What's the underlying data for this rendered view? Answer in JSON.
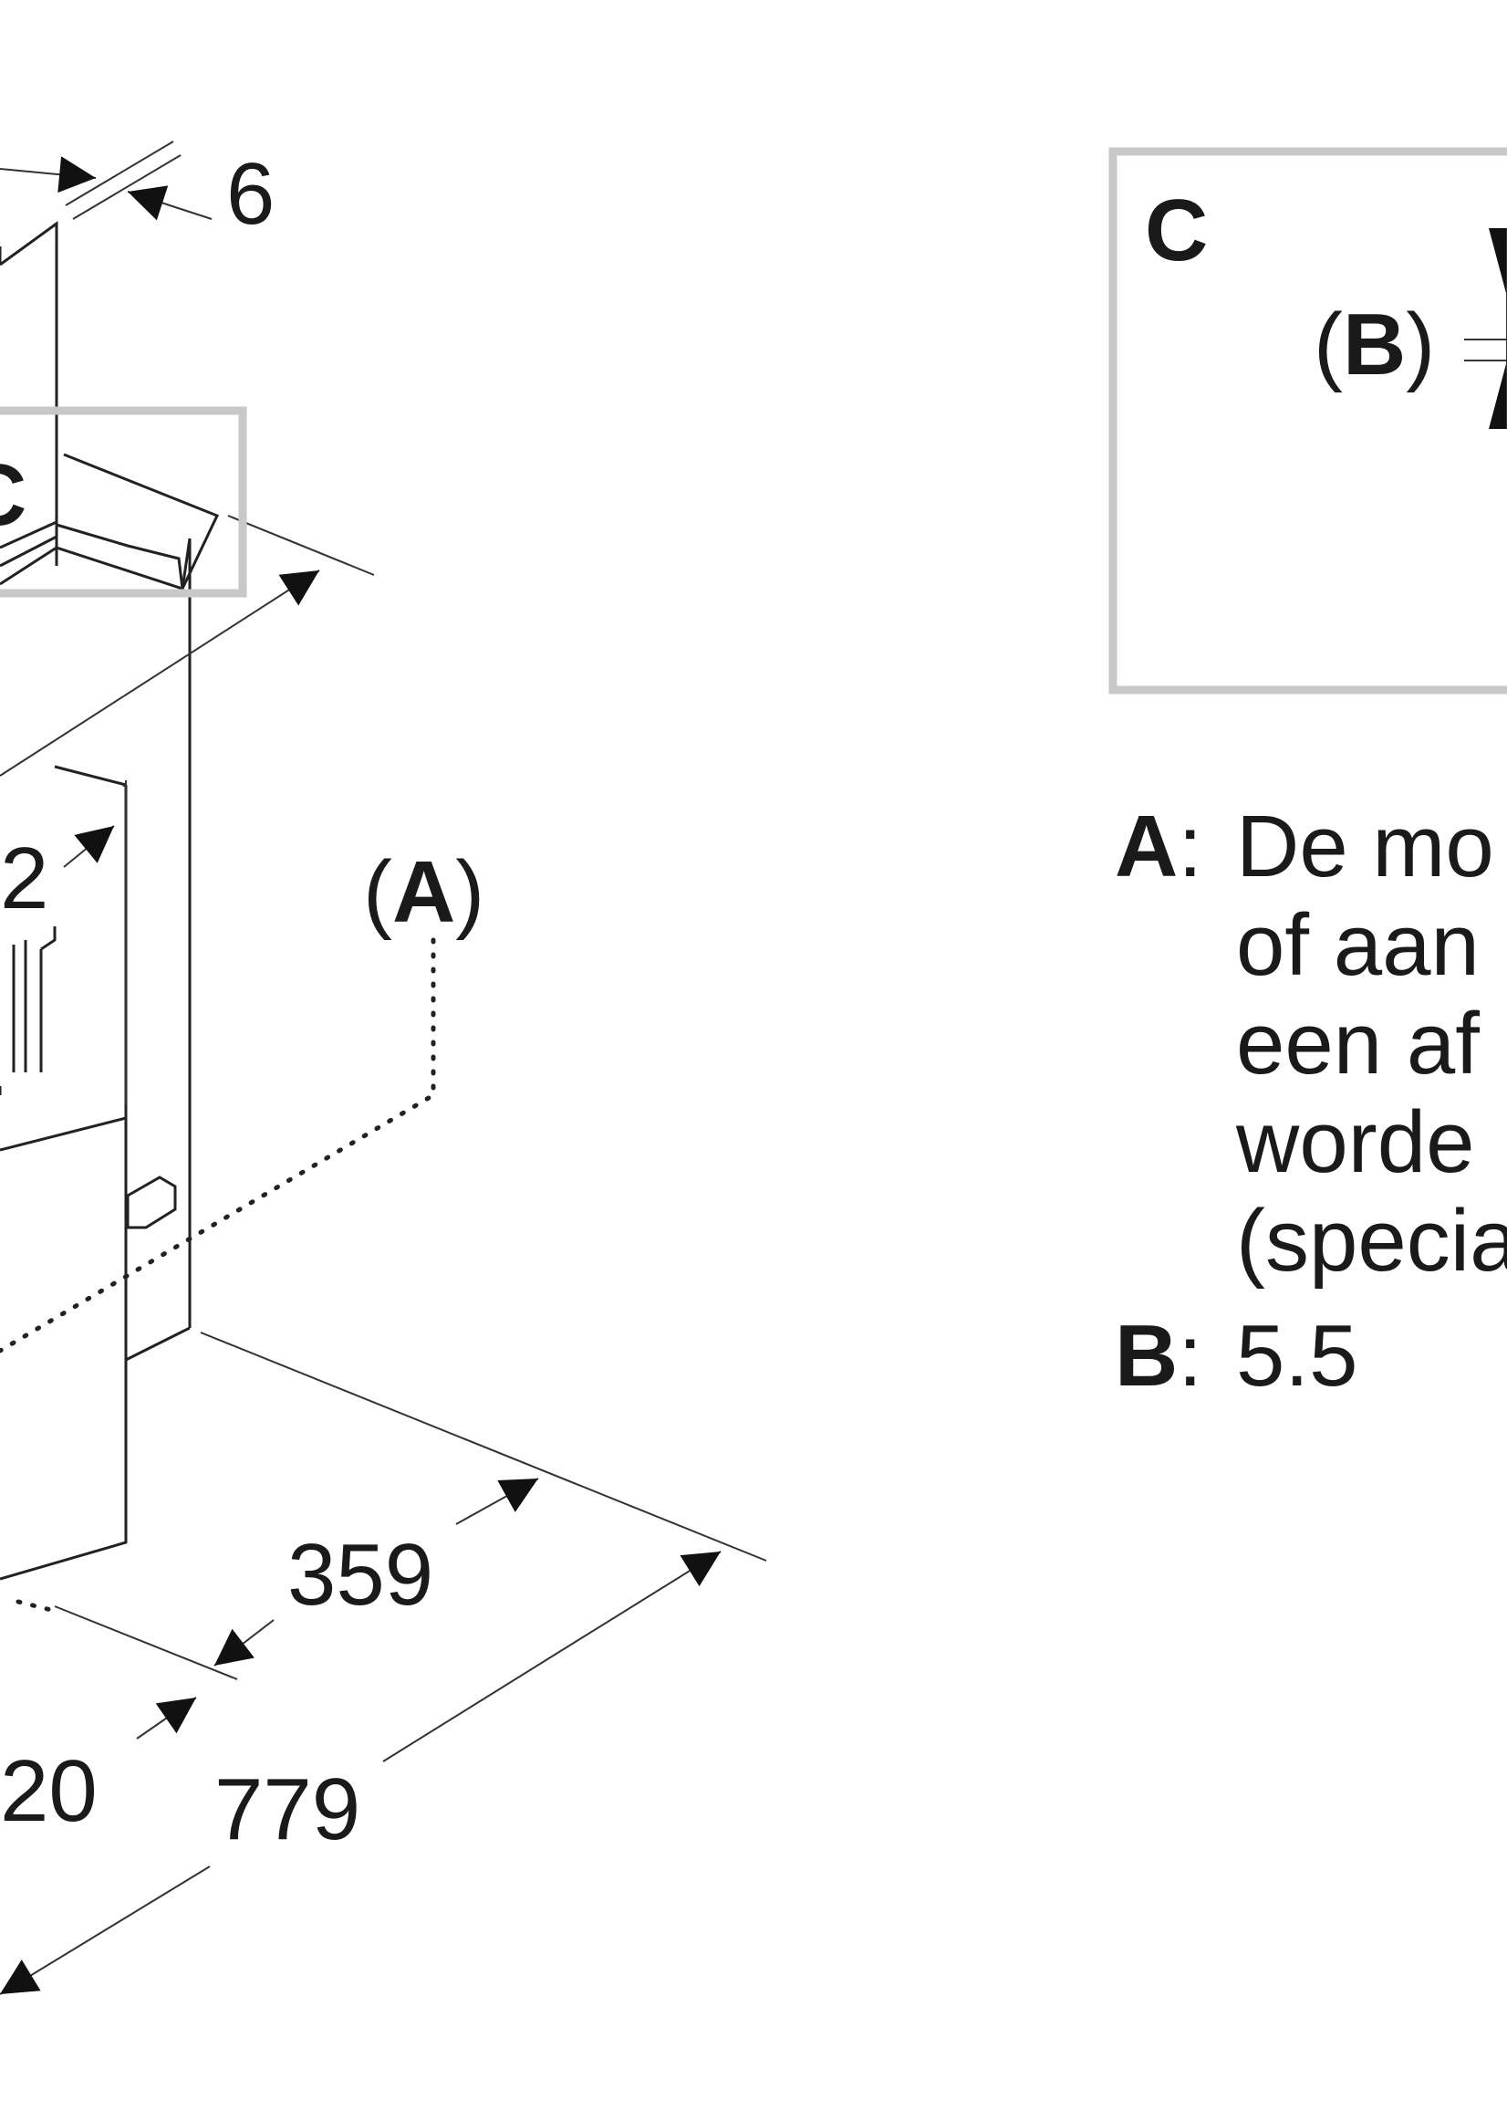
{
  "diagram": {
    "dimensions": {
      "top_thickness": "6",
      "partial_left": "2",
      "depth_inner": "359",
      "partial_bottom": "20",
      "depth_total": "779"
    },
    "callouts": {
      "a_open": "(",
      "a_letter": "A",
      "a_close": ")",
      "c_letter": "C"
    },
    "detail_c": {
      "title": "C",
      "b_open": "(",
      "b_letter": "B",
      "b_close": ")"
    },
    "legend": {
      "a_key": "A",
      "a_lines": [
        "De mo",
        "of aan",
        "een af",
        "worde",
        "(specia"
      ],
      "b_key": "B",
      "b_value": "5.5",
      "separator": ":"
    }
  }
}
